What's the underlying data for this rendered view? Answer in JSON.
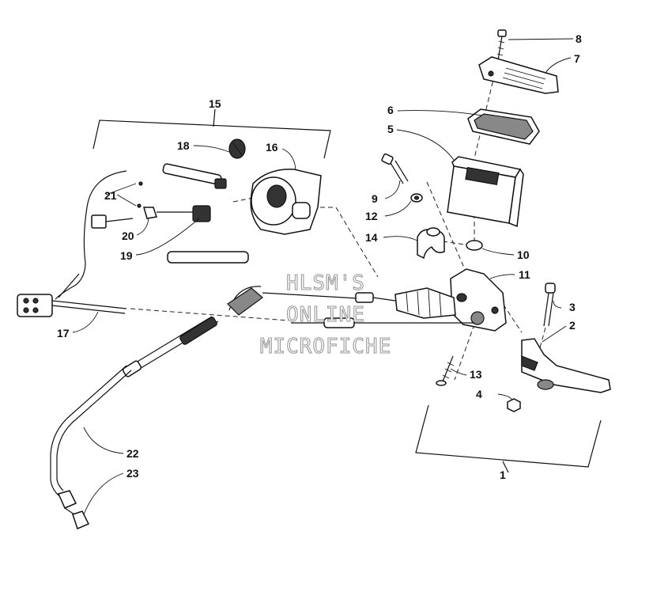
{
  "callouts": [
    {
      "id": "c1",
      "label": "1"
    },
    {
      "id": "c2",
      "label": "2"
    },
    {
      "id": "c3",
      "label": "3"
    },
    {
      "id": "c4",
      "label": "4"
    },
    {
      "id": "c5",
      "label": "5"
    },
    {
      "id": "c6",
      "label": "6"
    },
    {
      "id": "c7",
      "label": "7"
    },
    {
      "id": "c8",
      "label": "8"
    },
    {
      "id": "c9",
      "label": "9"
    },
    {
      "id": "c10",
      "label": "10"
    },
    {
      "id": "c11",
      "label": "11"
    },
    {
      "id": "c12",
      "label": "12"
    },
    {
      "id": "c13",
      "label": "13"
    },
    {
      "id": "c14",
      "label": "14"
    },
    {
      "id": "c15",
      "label": "15"
    },
    {
      "id": "c16",
      "label": "16"
    },
    {
      "id": "c17",
      "label": "17"
    },
    {
      "id": "c18",
      "label": "18"
    },
    {
      "id": "c19",
      "label": "19"
    },
    {
      "id": "c20",
      "label": "20"
    },
    {
      "id": "c21",
      "label": "21"
    },
    {
      "id": "c22",
      "label": "22"
    },
    {
      "id": "c23",
      "label": "23"
    }
  ],
  "watermark": {
    "line1": "HLSM'S",
    "line2": "ONLINE",
    "line3": "MICROFICHE"
  }
}
